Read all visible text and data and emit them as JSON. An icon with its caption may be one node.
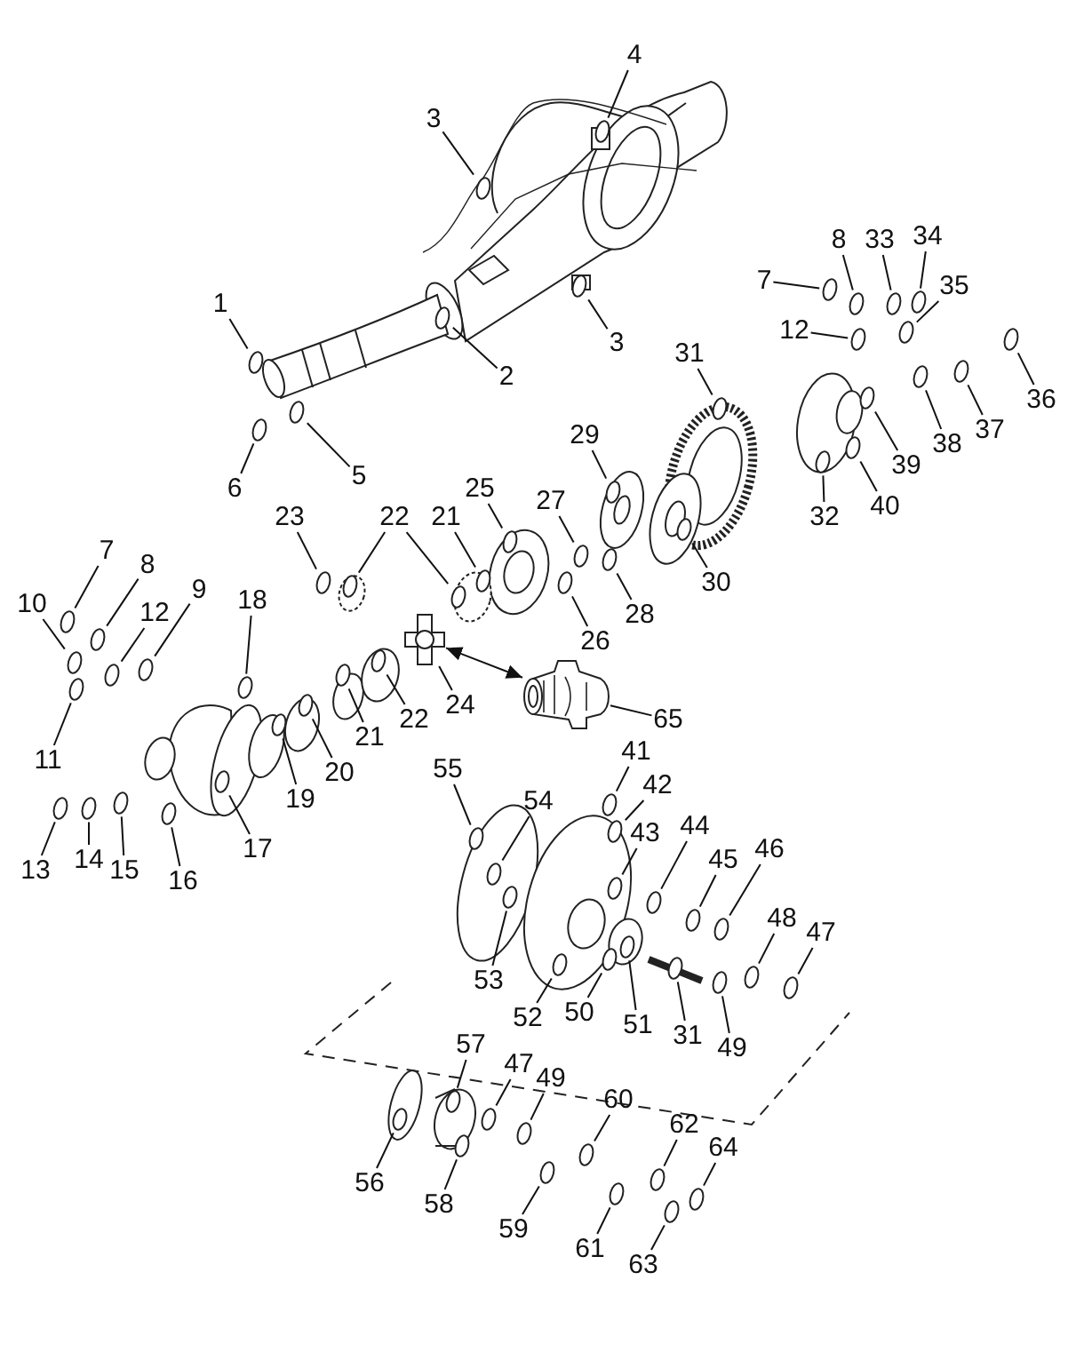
{
  "diagram": {
    "nodes": [
      {
        "text": [
          "4"
        ]
      },
      {
        "text": [
          "3"
        ]
      },
      {
        "text": [
          "8"
        ]
      },
      {
        "text": [
          "33"
        ]
      },
      {
        "text": [
          "34"
        ]
      },
      {
        "text": [
          "7"
        ]
      },
      {
        "text": [
          "35"
        ]
      },
      {
        "text": [
          "1"
        ]
      },
      {
        "text": [
          "12"
        ]
      },
      {
        "text": [
          "3"
        ]
      },
      {
        "text": [
          "31"
        ]
      },
      {
        "text": [
          "2"
        ]
      },
      {
        "text": [
          "36"
        ]
      },
      {
        "text": [
          "37"
        ]
      },
      {
        "text": [
          "29"
        ]
      },
      {
        "text": [
          "38"
        ]
      },
      {
        "text": [
          "39"
        ]
      },
      {
        "text": [
          "5"
        ]
      },
      {
        "text": [
          "6"
        ]
      },
      {
        "text": [
          "25"
        ]
      },
      {
        "text": [
          "27"
        ]
      },
      {
        "text": [
          "40"
        ]
      },
      {
        "text": [
          "32"
        ]
      },
      {
        "text": [
          "23"
        ]
      },
      {
        "text": [
          "22"
        ]
      },
      {
        "text": [
          "21"
        ]
      },
      {
        "text": [
          "7"
        ]
      },
      {
        "text": [
          "8"
        ]
      },
      {
        "text": [
          "30"
        ]
      },
      {
        "text": [
          "9"
        ]
      },
      {
        "text": [
          "18"
        ]
      },
      {
        "text": [
          "10"
        ]
      },
      {
        "text": [
          "12"
        ]
      },
      {
        "text": [
          "28"
        ]
      },
      {
        "text": [
          "26"
        ]
      },
      {
        "text": [
          "24"
        ]
      },
      {
        "text": [
          "22"
        ]
      },
      {
        "text": [
          "65"
        ]
      },
      {
        "text": [
          "21"
        ]
      },
      {
        "text": [
          "41"
        ]
      },
      {
        "text": [
          "11"
        ]
      },
      {
        "text": [
          "20"
        ]
      },
      {
        "text": [
          "19"
        ]
      },
      {
        "text": [
          "55"
        ]
      },
      {
        "text": [
          "42"
        ]
      },
      {
        "text": [
          "54"
        ]
      },
      {
        "text": [
          "44"
        ]
      },
      {
        "text": [
          "43"
        ]
      },
      {
        "text": [
          "13"
        ]
      },
      {
        "text": [
          "46"
        ]
      },
      {
        "text": [
          "17"
        ]
      },
      {
        "text": [
          "14"
        ]
      },
      {
        "text": [
          "45"
        ]
      },
      {
        "text": [
          "15"
        ]
      },
      {
        "text": [
          "16"
        ]
      },
      {
        "text": [
          "48"
        ]
      },
      {
        "text": [
          "47"
        ]
      },
      {
        "text": [
          "53"
        ]
      },
      {
        "text": [
          "50"
        ]
      },
      {
        "text": [
          "52"
        ]
      },
      {
        "text": [
          "51"
        ]
      },
      {
        "text": [
          "31"
        ]
      },
      {
        "text": [
          "49"
        ]
      },
      {
        "text": [
          "57"
        ]
      },
      {
        "text": [
          "47"
        ]
      },
      {
        "text": [
          "49"
        ]
      },
      {
        "text": [
          "60"
        ]
      },
      {
        "text": [
          "62"
        ]
      },
      {
        "text": [
          "64"
        ]
      },
      {
        "text": [
          "56"
        ]
      },
      {
        "text": [
          "58"
        ]
      },
      {
        "text": [
          "59"
        ]
      },
      {
        "text": [
          "61"
        ]
      },
      {
        "text": [
          "63"
        ]
      },
      {
        "text": [],
        "shape": "picture"
      },
      {
        "text": [],
        "shape": "picture"
      },
      {
        "text": [],
        "shape": "circle"
      },
      {
        "text": [],
        "shape": "circle"
      },
      {
        "text": [],
        "shape": "circle"
      },
      {
        "text": [],
        "shape": "circle"
      },
      {
        "text": [],
        "shape": "circle"
      },
      {
        "text": [],
        "shape": "circle"
      },
      {
        "text": [],
        "shape": "circle"
      },
      {
        "text": [],
        "shape": "circle"
      },
      {
        "text": [],
        "shape": "circle"
      },
      {
        "text": [],
        "shape": "circle"
      },
      {
        "text": [],
        "shape": "circle"
      },
      {
        "text": [],
        "shape": "circle"
      },
      {
        "text": [],
        "shape": "circle"
      },
      {
        "text": [],
        "shape": "circle"
      },
      {
        "text": [],
        "shape": "circle"
      },
      {
        "text": [],
        "shape": "circle"
      },
      {
        "text": [],
        "shape": "circle"
      },
      {
        "text": [],
        "shape": "circle"
      },
      {
        "text": [],
        "shape": "circle"
      },
      {
        "text": [],
        "shape": "circle"
      },
      {
        "text": [],
        "shape": "circle"
      },
      {
        "text": [],
        "shape": "circle"
      },
      {
        "text": [],
        "shape": "circle"
      },
      {
        "text": [],
        "shape": "circle"
      },
      {
        "text": [],
        "shape": "circle"
      },
      {
        "text": [],
        "shape": "circle"
      },
      {
        "text": [],
        "shape": "circle"
      },
      {
        "text": [],
        "shape": "circle"
      },
      {
        "text": [],
        "shape": "circle"
      },
      {
        "text": [],
        "shape": "circle"
      },
      {
        "text": [],
        "shape": "circle"
      },
      {
        "text": [],
        "shape": "circle"
      },
      {
        "text": [],
        "shape": "circle"
      },
      {
        "text": [],
        "shape": "circle"
      },
      {
        "text": [],
        "shape": "circle"
      },
      {
        "text": [],
        "shape": "circle"
      },
      {
        "text": [],
        "shape": "circle"
      },
      {
        "text": [],
        "shape": "circle"
      },
      {
        "text": [],
        "shape": "circle"
      },
      {
        "text": [],
        "shape": "circle"
      },
      {
        "text": [],
        "shape": "circle"
      },
      {
        "text": [],
        "shape": "circle"
      },
      {
        "text": [],
        "shape": "circle"
      },
      {
        "text": [],
        "shape": "circle"
      },
      {
        "text": [],
        "shape": "circle"
      },
      {
        "text": [],
        "shape": "circle"
      },
      {
        "text": [],
        "shape": "circle"
      },
      {
        "text": [],
        "shape": "circle"
      },
      {
        "text": [],
        "shape": "circle"
      },
      {
        "text": [],
        "shape": "circle"
      },
      {
        "text": [],
        "shape": "circle"
      },
      {
        "text": [],
        "shape": "circle"
      },
      {
        "text": [],
        "shape": "circle"
      },
      {
        "text": [],
        "shape": "circle"
      },
      {
        "text": [],
        "shape": "circle"
      },
      {
        "text": [],
        "shape": "circle"
      },
      {
        "text": [],
        "shape": "circle"
      },
      {
        "text": [],
        "shape": "circle"
      },
      {
        "text": [],
        "shape": "circle"
      },
      {
        "text": [],
        "shape": "circle"
      },
      {
        "text": [],
        "shape": "circle"
      },
      {
        "text": [],
        "shape": "circle"
      },
      {
        "text": [],
        "shape": "circle"
      },
      {
        "text": [],
        "shape": "circle"
      },
      {
        "text": [],
        "shape": "circle"
      },
      {
        "text": [],
        "shape": "circle"
      },
      {
        "text": [],
        "shape": "circle"
      },
      {
        "text": [],
        "shape": "circle"
      },
      {
        "text": [],
        "shape": "circle"
      },
      {
        "text": [],
        "shape": "circle"
      },
      {
        "text": [],
        "shape": "circle"
      },
      {
        "text": [],
        "shape": "circle"
      },
      {
        "text": [],
        "shape": "circle"
      }
    ],
    "edges": [
      {
        "from": 0,
        "to": 76,
        "arrow": "none"
      },
      {
        "from": 1,
        "to": 77,
        "arrow": "none"
      },
      {
        "from": 2,
        "to": 78,
        "arrow": "none"
      },
      {
        "from": 3,
        "to": 79,
        "arrow": "none"
      },
      {
        "from": 4,
        "to": 80,
        "arrow": "none"
      },
      {
        "from": 5,
        "to": 81,
        "arrow": "none"
      },
      {
        "from": 6,
        "to": 82,
        "arrow": "none"
      },
      {
        "from": 7,
        "to": 83,
        "arrow": "none"
      },
      {
        "from": 8,
        "to": 84,
        "arrow": "none"
      },
      {
        "from": 9,
        "to": 85,
        "arrow": "none"
      },
      {
        "from": 10,
        "to": 86,
        "arrow": "none"
      },
      {
        "from": 11,
        "to": 87,
        "arrow": "none"
      },
      {
        "from": 12,
        "to": 88,
        "arrow": "none"
      },
      {
        "from": 13,
        "to": 89,
        "arrow": "none"
      },
      {
        "from": 14,
        "to": 90,
        "arrow": "none"
      },
      {
        "from": 15,
        "to": 91,
        "arrow": "none"
      },
      {
        "from": 16,
        "to": 92,
        "arrow": "none"
      },
      {
        "from": 17,
        "to": 93,
        "arrow": "none"
      },
      {
        "from": 18,
        "to": 94,
        "arrow": "none"
      },
      {
        "from": 19,
        "to": 95,
        "arrow": "none"
      },
      {
        "from": 20,
        "to": 96,
        "arrow": "none"
      },
      {
        "from": 21,
        "to": 97,
        "arrow": "none"
      },
      {
        "from": 22,
        "to": 98,
        "arrow": "none"
      },
      {
        "from": 23,
        "to": 99,
        "arrow": "none"
      },
      {
        "from": 24,
        "to": 100,
        "arrow": "none"
      },
      {
        "from": 24,
        "to": 101,
        "arrow": "none"
      },
      {
        "from": 25,
        "to": 102,
        "arrow": "none"
      },
      {
        "from": 26,
        "to": 103,
        "arrow": "none"
      },
      {
        "from": 27,
        "to": 104,
        "arrow": "none"
      },
      {
        "from": 28,
        "to": 105,
        "arrow": "none"
      },
      {
        "from": 29,
        "to": 106,
        "arrow": "none"
      },
      {
        "from": 30,
        "to": 107,
        "arrow": "none"
      },
      {
        "from": 31,
        "to": 108,
        "arrow": "none"
      },
      {
        "from": 32,
        "to": 109,
        "arrow": "none"
      },
      {
        "from": 33,
        "to": 110,
        "arrow": "none"
      },
      {
        "from": 34,
        "to": 111,
        "arrow": "none"
      },
      {
        "from": 35,
        "to": 74,
        "arrow": "none"
      },
      {
        "from": 36,
        "to": 112,
        "arrow": "none"
      },
      {
        "from": 37,
        "to": 75,
        "arrow": "none"
      },
      {
        "from": 38,
        "to": 113,
        "arrow": "none"
      },
      {
        "from": 39,
        "to": 114,
        "arrow": "none"
      },
      {
        "from": 40,
        "to": 115,
        "arrow": "none"
      },
      {
        "from": 41,
        "to": 116,
        "arrow": "none"
      },
      {
        "from": 42,
        "to": 117,
        "arrow": "none"
      },
      {
        "from": 43,
        "to": 118,
        "arrow": "none"
      },
      {
        "from": 44,
        "to": 119,
        "arrow": "none"
      },
      {
        "from": 45,
        "to": 120,
        "arrow": "none"
      },
      {
        "from": 46,
        "to": 121,
        "arrow": "none"
      },
      {
        "from": 47,
        "to": 122,
        "arrow": "none"
      },
      {
        "from": 48,
        "to": 123,
        "arrow": "none"
      },
      {
        "from": 49,
        "to": 124,
        "arrow": "none"
      },
      {
        "from": 50,
        "to": 125,
        "arrow": "none"
      },
      {
        "from": 51,
        "to": 126,
        "arrow": "none"
      },
      {
        "from": 52,
        "to": 127,
        "arrow": "none"
      },
      {
        "from": 53,
        "to": 128,
        "arrow": "none"
      },
      {
        "from": 54,
        "to": 129,
        "arrow": "none"
      },
      {
        "from": 55,
        "to": 130,
        "arrow": "none"
      },
      {
        "from": 56,
        "to": 131,
        "arrow": "none"
      },
      {
        "from": 57,
        "to": 132,
        "arrow": "none"
      },
      {
        "from": 58,
        "to": 133,
        "arrow": "none"
      },
      {
        "from": 59,
        "to": 134,
        "arrow": "none"
      },
      {
        "from": 60,
        "to": 135,
        "arrow": "none"
      },
      {
        "from": 61,
        "to": 136,
        "arrow": "none"
      },
      {
        "from": 62,
        "to": 137,
        "arrow": "none"
      },
      {
        "from": 63,
        "to": 138,
        "arrow": "none"
      },
      {
        "from": 64,
        "to": 139,
        "arrow": "none"
      },
      {
        "from": 65,
        "to": 140,
        "arrow": "none"
      },
      {
        "from": 66,
        "to": 141,
        "arrow": "none"
      },
      {
        "from": 67,
        "to": 142,
        "arrow": "none"
      },
      {
        "from": 68,
        "to": 143,
        "arrow": "none"
      },
      {
        "from": 69,
        "to": 144,
        "arrow": "none"
      },
      {
        "from": 70,
        "to": 145,
        "arrow": "none"
      },
      {
        "from": 71,
        "to": 146,
        "arrow": "none"
      },
      {
        "from": 72,
        "to": 147,
        "arrow": "none"
      },
      {
        "from": 73,
        "to": 148,
        "arrow": "none"
      },
      {
        "from": 74,
        "to": 75,
        "arrow": "both"
      }
    ]
  }
}
